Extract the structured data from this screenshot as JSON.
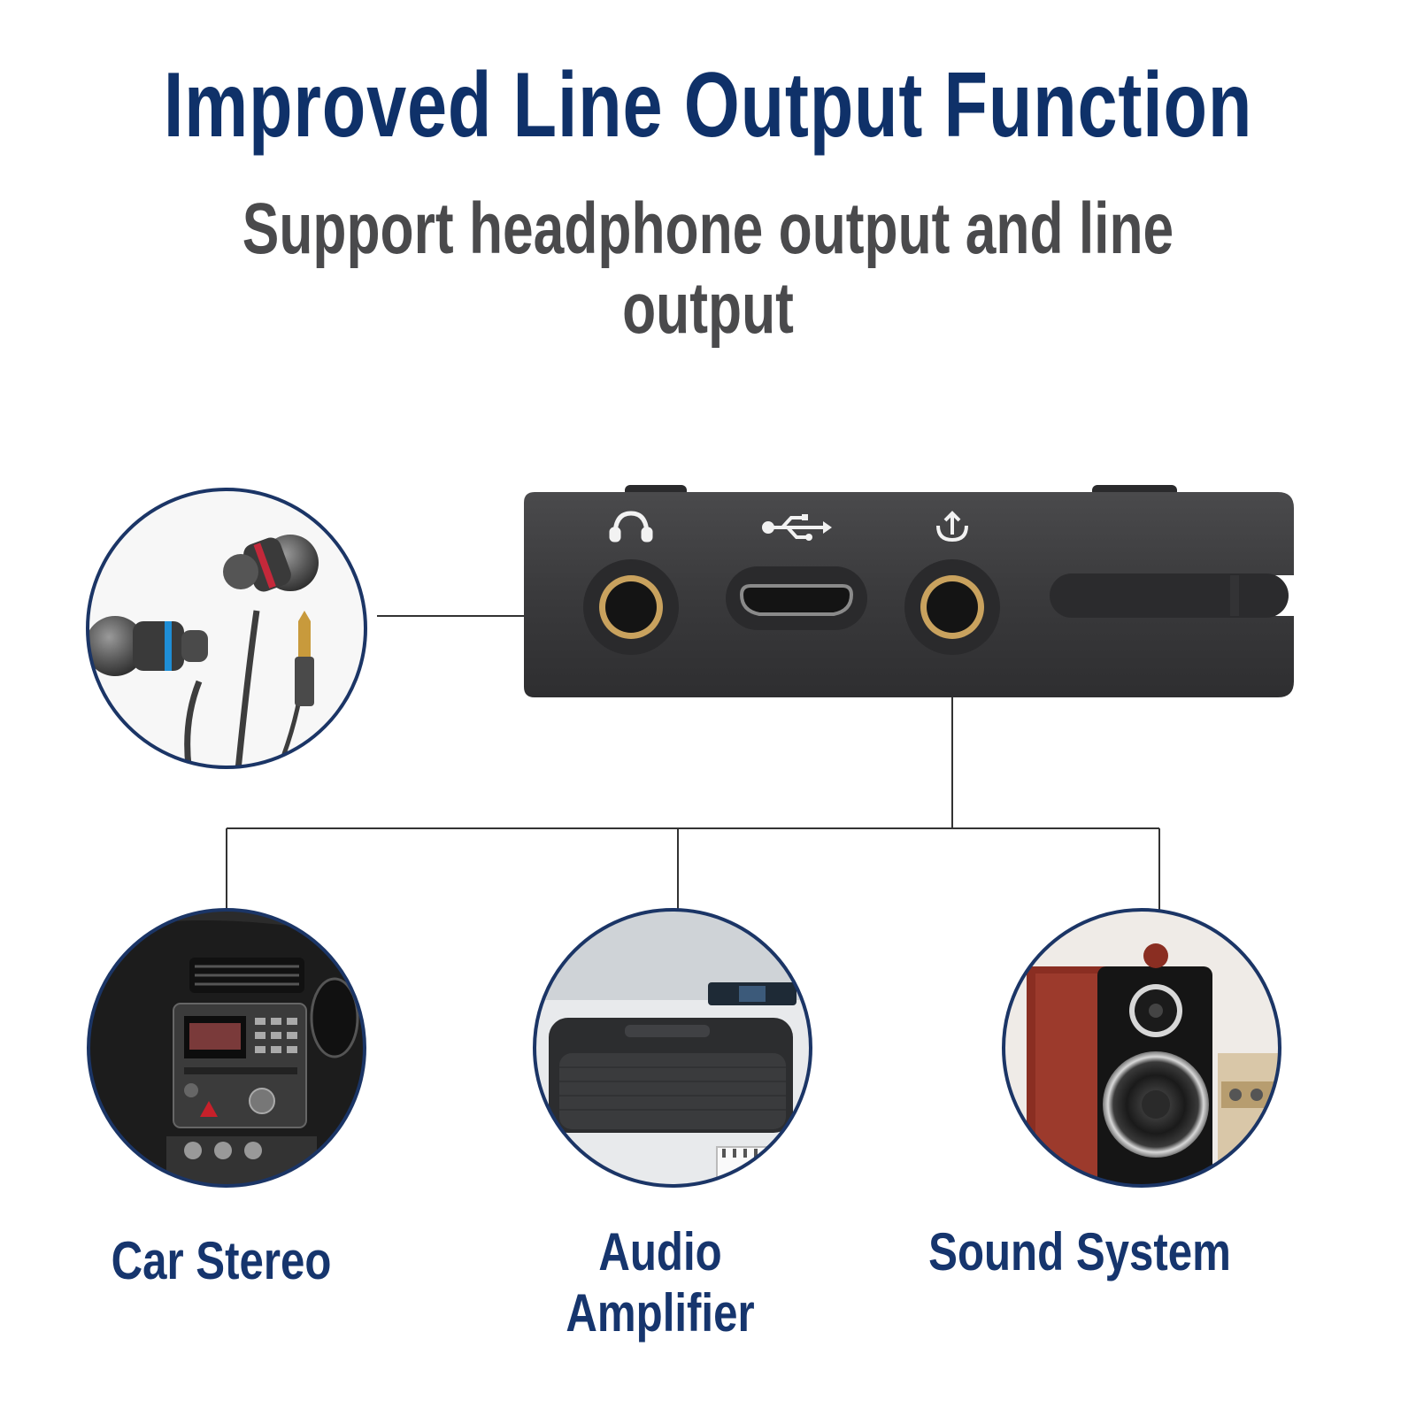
{
  "header": {
    "title": "Improved Line Output Function",
    "subtitle": "Support headphone output and line output"
  },
  "colors": {
    "title": "#0f3169",
    "subtitle": "#4a4a4c",
    "caption": "#16356d",
    "circle_border": "#1b3566",
    "device_body": "#3b3b3d",
    "gold_jack": "#c9a25e",
    "connector_line": "#333333"
  },
  "device": {
    "ports": [
      {
        "name": "headphone-port",
        "icon": "headphone-icon"
      },
      {
        "name": "micro-usb-port",
        "icon": "usb-icon"
      },
      {
        "name": "line-out-port",
        "icon": "line-out-icon"
      }
    ]
  },
  "destinations": {
    "car_stereo": "Car Stereo",
    "audio_amplifier": "Audio Amplifier",
    "sound_system": "Sound System"
  },
  "icons": {
    "earphones": "earphones-illustration",
    "car": "car-dashboard-illustration",
    "speaker": "bluetooth-speaker-illustration",
    "hifi": "hifi-speaker-illustration"
  }
}
